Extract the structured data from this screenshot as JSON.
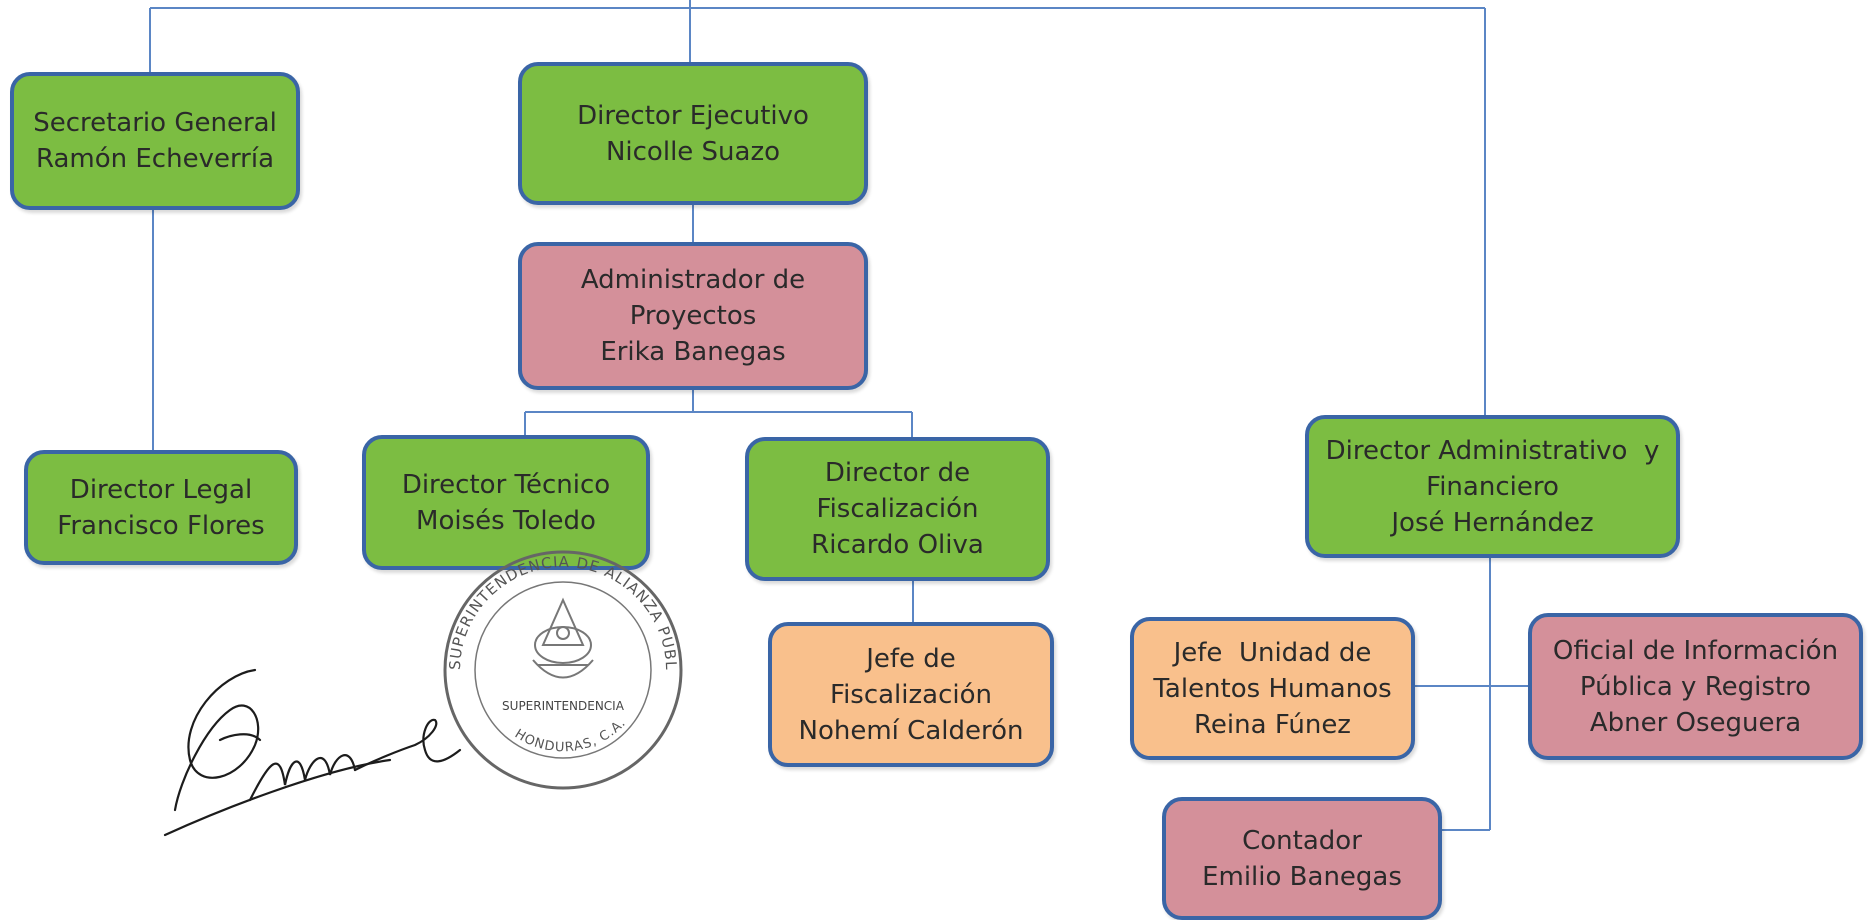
{
  "nodes": {
    "secretario_general": {
      "title": "Secretario General",
      "name": "Ramón Echeverría"
    },
    "director_ejecutivo": {
      "title": "Director Ejecutivo",
      "name": "Nicolle Suazo"
    },
    "administrador_proyectos": {
      "title1": "Administrador de",
      "title2": "Proyectos",
      "name": "Erika Banegas"
    },
    "director_legal": {
      "title": "Director Legal",
      "name": "Francisco Flores"
    },
    "director_tecnico": {
      "title": "Director Técnico",
      "name": "Moisés Toledo"
    },
    "director_fiscalizacion": {
      "title1": "Director de",
      "title2": "Fiscalización",
      "name": "Ricardo Oliva"
    },
    "jefe_fiscalizacion": {
      "title1": "Jefe  de",
      "title2": "Fiscalización",
      "name": "Nohemí Calderón"
    },
    "director_administrativo": {
      "title1": "Director Administrativo  y",
      "title2": "Financiero",
      "name": "José Hernández"
    },
    "jefe_talentos": {
      "title1": "Jefe  Unidad de",
      "title2": "Talentos Humanos",
      "name": "Reina Fúnez"
    },
    "oficial_informacion": {
      "title1": "Oficial de Información",
      "title2": "Pública y Registro",
      "name": "Abner Oseguera"
    },
    "contador": {
      "title": "Contador",
      "name": "Emilio Banegas"
    }
  },
  "stamp": {
    "outer_text": "SUPERINTENDENCIA DE ALIANZA PUBLICO PRIVADA",
    "center_text": "SUPERINTENDENCIA",
    "bottom_text": "HONDURAS, C.A."
  },
  "colors": {
    "green": "#7cbd42",
    "pink": "#d4909a",
    "peach": "#f9c08c",
    "border": "#3a65a6",
    "connector": "#5b86c5"
  }
}
